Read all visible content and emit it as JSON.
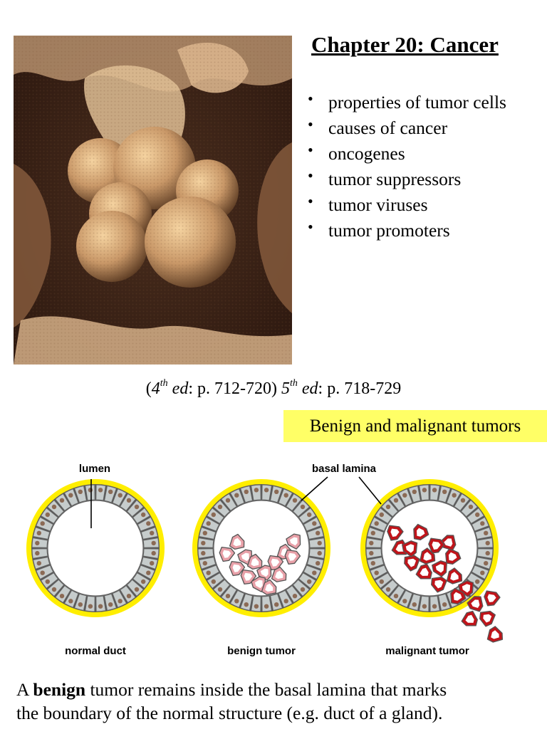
{
  "header": {
    "title": "Chapter 20: Cancer",
    "topics": [
      "properties of tumor cells",
      "causes of cancer",
      "oncogenes",
      "tumor suppressors",
      "tumor viruses",
      "tumor promoters"
    ]
  },
  "pages": {
    "open_paren": "(",
    "ed4_num": "4",
    "ed4_sup": "th",
    "ed4_ed": "ed",
    "ed4_pages": ": p. 712-720) ",
    "ed5_num": "5",
    "ed5_sup": "th",
    "ed5_ed": "ed",
    "ed5_pages": ": p. 718-729"
  },
  "highlight": "Benign and malignant tumors",
  "diagram": {
    "labels": {
      "lumen": "lumen",
      "basal_lamina": "basal lamina",
      "normal": "normal duct",
      "benign": "benign tumor",
      "malignant": "malignant tumor"
    },
    "colors": {
      "lamina": "#ffee00",
      "epithelium": "#c6cccc",
      "nucleus": "#8b6a55",
      "benign_cell": "#e8a0a8",
      "malignant_cell": "#c0141a"
    }
  },
  "caption": {
    "part1": "A ",
    "bold": "benign",
    "part2": " tumor remains inside the basal lamina that marks",
    "line2": "the boundary of the normal structure (e.g. duct of a gland)."
  }
}
